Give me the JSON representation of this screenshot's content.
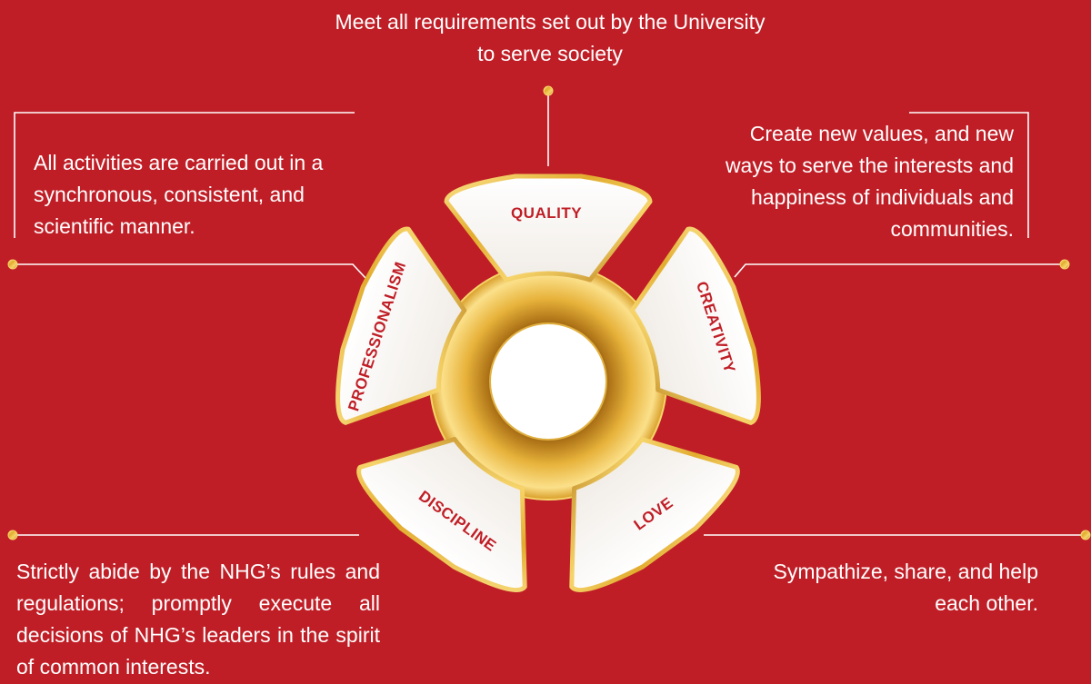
{
  "center": {
    "top": "Meet all requirements set out by the University to serve society",
    "left_top": "All activities are carried out in a synchronous, consistent, and scientific manner.",
    "right_top": "Create new values, and new ways to serve the interests and happiness of individuals and communities.",
    "bottom_left": "Strictly abide by the NHG’s rules and regulations; promptly execute all decisions of NHG’s leaders in the spirit of common interests.",
    "bottom_right": "Sympathize, share, and help each other."
  },
  "petals": {
    "quality": "QUALITY",
    "creativity": "CREATIVITY",
    "love": "LOVE",
    "discipline": "DISCIPLINE",
    "professionalism": "PROFESSIONALISM"
  },
  "colors": {
    "background": "#c01e26",
    "gold": "#e9b93a",
    "petal_fill": "#ffffff",
    "label": "#c01e26"
  }
}
